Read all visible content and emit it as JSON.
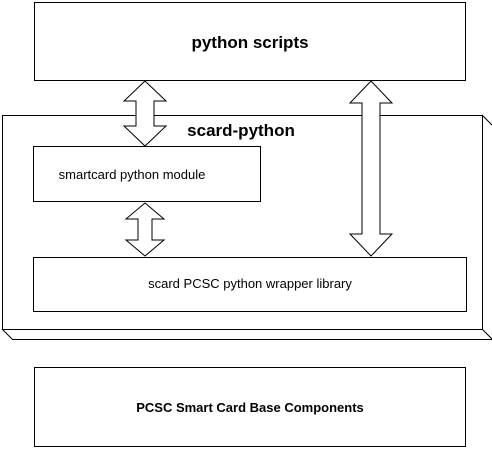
{
  "boxes": {
    "python_scripts": "python scripts",
    "scard_python": "scard-python",
    "smartcard_module": "smartcard python module",
    "pcsc_wrapper": "scard PCSC python wrapper library",
    "pcsc_base": "PCSC Smart Card Base Components"
  },
  "colors": {
    "stroke": "#000000",
    "fill": "#ffffff"
  }
}
